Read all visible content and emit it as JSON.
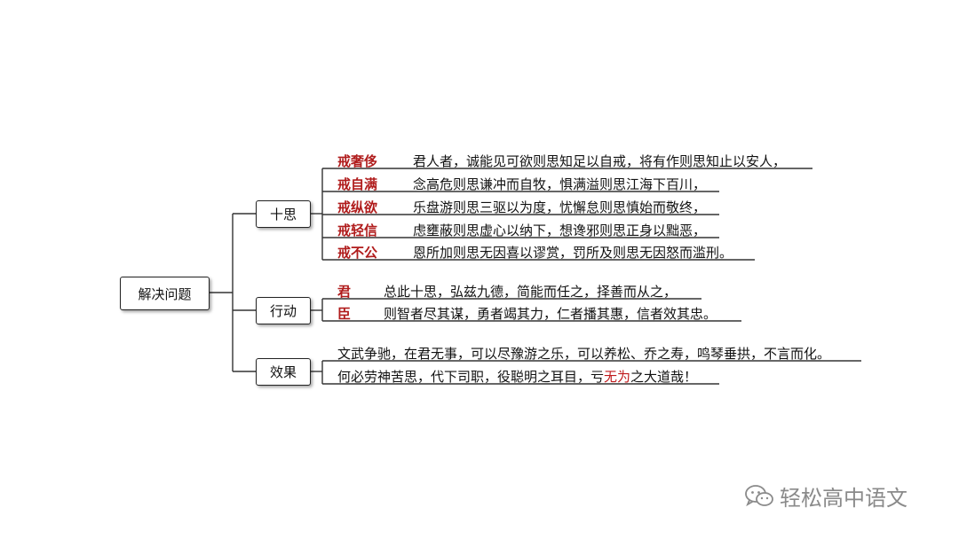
{
  "root": {
    "label": "解决问题"
  },
  "branches": [
    {
      "label": "十思",
      "rows": [
        {
          "tag": "戒奢侈",
          "text": "君人者，诚能见可欲则思知足以自戒，将有作则思知止以安人，"
        },
        {
          "tag": "戒自满",
          "text": "念高危则思谦冲而自牧，惧满溢则思江海下百川，"
        },
        {
          "tag": "戒纵欲",
          "text": "乐盘游则思三驱以为度，忧懈怠则思慎始而敬终，"
        },
        {
          "tag": "戒轻信",
          "text": "虑壅蔽则思虚心以纳下，想谗邪则思正身以黜恶，"
        },
        {
          "tag": "戒不公",
          "text": "恩所加则思无因喜以谬赏，罚所及则思无因怒而滥刑。"
        }
      ]
    },
    {
      "label": "行动",
      "rows": [
        {
          "tag": "君",
          "text": "总此十思，弘兹九德，简能而任之，择善而从之，"
        },
        {
          "tag": "臣",
          "text": "则智者尽其谋，勇者竭其力，仁者播其惠，信者效其忠。"
        }
      ]
    },
    {
      "label": "效果",
      "rows": [
        {
          "text": "文武争驰，在君无事，可以尽豫游之乐，可以养松、乔之寿，鸣琴垂拱，不言而化。"
        },
        {
          "text_before": "何必劳神苦思，代下司职，役聪明之耳目，亏",
          "text_highlight": "无为",
          "text_after": "之大道哉！"
        }
      ]
    }
  ],
  "watermark": {
    "text": "轻松高中语文",
    "icon": "wechat-icon"
  },
  "colors": {
    "accent": "#b01c1c",
    "highlight": "#c0191b",
    "line": "#333333"
  }
}
